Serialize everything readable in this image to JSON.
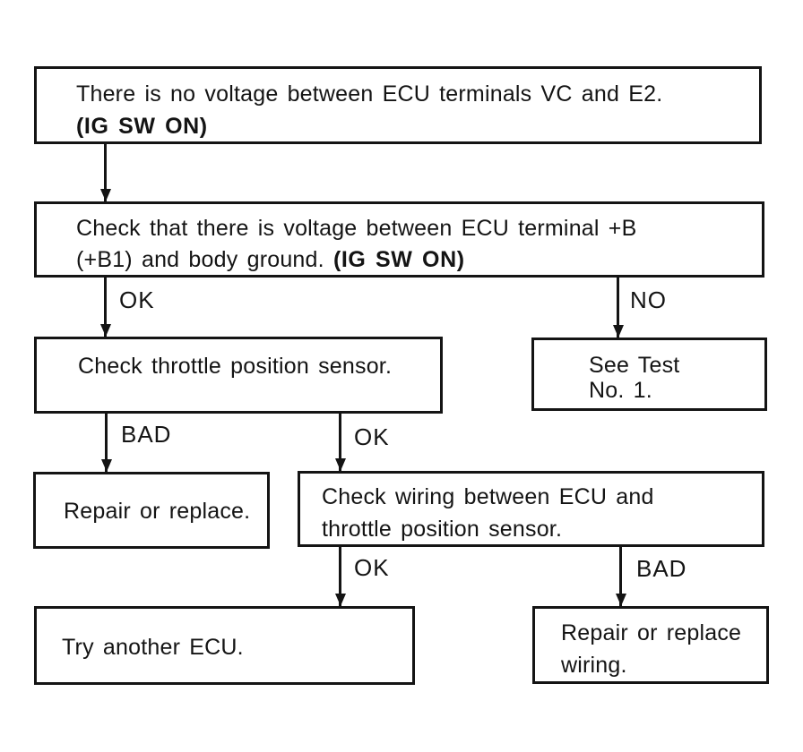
{
  "colors": {
    "ink": "#141414",
    "background": "#ffffff"
  },
  "nodes": {
    "no_voltage": {
      "line1": "There is no voltage between ECU terminals VC and E2.",
      "line2_bold": "(IG SW ON)"
    },
    "check_b_voltage": {
      "line1": "Check that there is voltage between ECU terminal +B",
      "line2": "(+B1) and body ground.",
      "line2_bold": "(IG SW ON)"
    },
    "check_tps": {
      "line1": "Check throttle position sensor."
    },
    "see_test": {
      "line1": "See Test",
      "line2": "No. 1."
    },
    "repair_replace": {
      "line1": "Repair or replace."
    },
    "check_wiring": {
      "line1": "Check wiring between ECU and",
      "line2": "throttle position sensor."
    },
    "try_ecu": {
      "line1": "Try another ECU."
    },
    "repair_wiring": {
      "line1": "Repair or replace",
      "line2": "wiring."
    }
  },
  "edge_labels": {
    "b_voltage_ok": "OK",
    "b_voltage_no": "NO",
    "tps_bad": "BAD",
    "tps_ok": "OK",
    "wiring_ok": "OK",
    "wiring_bad": "BAD"
  }
}
